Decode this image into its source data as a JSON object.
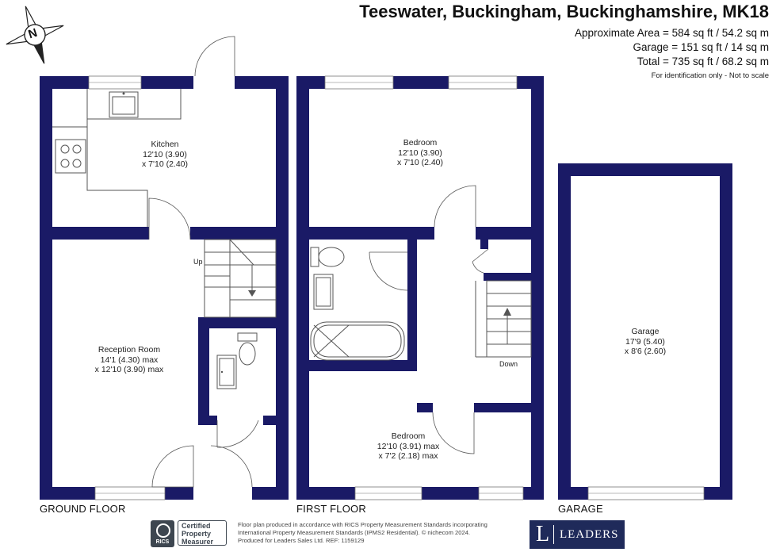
{
  "header": {
    "title": "Teeswater, Buckingham, Buckinghamshire, MK18",
    "area_lines": [
      "Approximate Area = 584 sq ft / 54.2 sq m",
      "Garage = 151 sq ft / 14 sq m",
      "Total = 735 sq ft / 68.2 sq m"
    ],
    "note": "For identification only - Not to scale"
  },
  "compass": {
    "letter": "N",
    "icon": "compass-north-icon"
  },
  "rooms": {
    "kitchen": {
      "name": "Kitchen",
      "dim1": "12'10 (3.90)",
      "dim2": "x 7'10 (2.40)"
    },
    "reception": {
      "name": "Reception Room",
      "dim1": "14'1 (4.30) max",
      "dim2": "x 12'10 (3.90) max"
    },
    "bedroom1": {
      "name": "Bedroom",
      "dim1": "12'10 (3.90)",
      "dim2": "x 7'10 (2.40)"
    },
    "bedroom2": {
      "name": "Bedroom",
      "dim1": "12'10 (3.91) max",
      "dim2": "x 7'2 (2.18) max"
    },
    "garage": {
      "name": "Garage",
      "dim1": "17'9 (5.40)",
      "dim2": "x 8'6 (2.60)"
    }
  },
  "stairs": {
    "up": "Up",
    "down": "Down"
  },
  "floors": {
    "ground": "GROUND FLOOR",
    "first": "FIRST FLOOR",
    "garage": "GARAGE"
  },
  "footer": {
    "line1": "Floor plan produced in accordance with RICS Property Measurement Standards incorporating",
    "line2": "International Property Measurement Standards (IPMS2 Residential). © nichecom 2024.",
    "line3": "Produced for Leaders Sales Ltd.   REF:  1159129",
    "rics_badge": [
      "Certified",
      "Property",
      "Measurer"
    ],
    "rics_logo": "RICS",
    "agent_mark": "L",
    "agent_name": "LEADERS"
  },
  "colors": {
    "wall": "#1a1a66",
    "fixture": "#555555",
    "brand": "#1f2a5a"
  }
}
